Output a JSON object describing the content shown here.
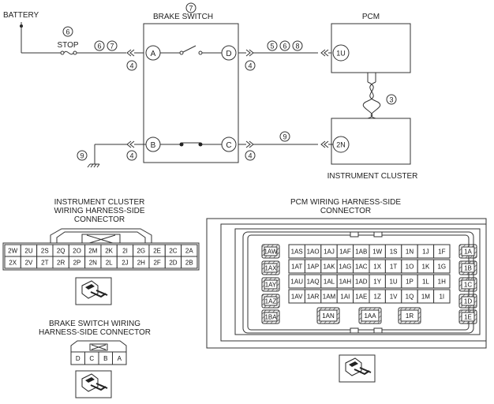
{
  "labels": {
    "battery": "BATTERY",
    "stop": "STOP",
    "brake_switch": "BRAKE SWITCH",
    "pcm": "PCM",
    "instrument_cluster": "INSTRUMENT CLUSTER",
    "ic_conn_line1": "INSTRUMENT CLUSTER",
    "ic_conn_line2": "WIRING HARNESS-SIDE",
    "ic_conn_line3": "CONNECTOR",
    "pcm_conn_line1": "PCM WIRING HARNESS-SIDE",
    "pcm_conn_line2": "CONNECTOR",
    "bs_conn_line1": "BRAKE SWITCH WIRING",
    "bs_conn_line2": "HARNESS-SIDE CONNECTOR"
  },
  "markers": {
    "stop": "6",
    "bs_top": "7",
    "wire_a1": "6",
    "wire_a2": "7",
    "a_side": "4",
    "d_side": "4",
    "wire_d1": "5",
    "wire_d2": "6",
    "wire_d3": "8",
    "twist": "3",
    "ground": "9",
    "b_side": "4",
    "c_side": "4",
    "wire_c": "9"
  },
  "terminals": {
    "a": "A",
    "b": "B",
    "c": "C",
    "d": "D",
    "pcm": "1U",
    "ic": "2N"
  },
  "ic_connector": {
    "row1": [
      "2W",
      "2U",
      "2S",
      "2Q",
      "2O",
      "2M",
      "2K",
      "2I",
      "2G",
      "2E",
      "2C",
      "2A"
    ],
    "row2": [
      "2X",
      "2V",
      "2T",
      "2R",
      "2P",
      "2N",
      "2L",
      "2J",
      "2H",
      "2F",
      "2D",
      "2B"
    ]
  },
  "pcm_connector": {
    "left": [
      "1AW",
      "1AX",
      "1AY",
      "1AZ",
      "1BA"
    ],
    "right": [
      "1A",
      "1B",
      "1C",
      "1D",
      "1E"
    ],
    "rows": [
      [
        "1AS",
        "1AO",
        "1AJ",
        "1AF",
        "1AB",
        "1W",
        "1S",
        "1N",
        "1J",
        "1F"
      ],
      [
        "1AT",
        "1AP",
        "1AK",
        "1AG",
        "1AC",
        "1X",
        "1T",
        "1O",
        "1K",
        "1G"
      ],
      [
        "1AU",
        "1AQ",
        "1AL",
        "1AH",
        "1AD",
        "1Y",
        "1U",
        "1P",
        "1L",
        "1H"
      ],
      [
        "1AV",
        "1AR",
        "1AM",
        "1AI",
        "1AE",
        "1Z",
        "1V",
        "1Q",
        "1M",
        "1I"
      ]
    ],
    "bottom": [
      "1AN",
      "1AA",
      "1R"
    ]
  },
  "bs_connector": [
    "D",
    "C",
    "B",
    "A"
  ]
}
